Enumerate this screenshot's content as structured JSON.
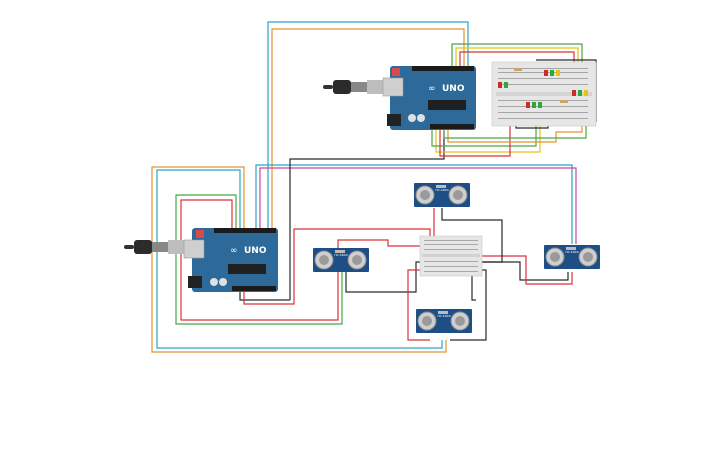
{
  "colors": {
    "background": "#ffffff",
    "arduino_board": "#2d6a9a",
    "arduino_dark": "#1f4f76",
    "sensor_board": "#1e4e86",
    "breadboard": "#e6e6e6",
    "wire_blue": "#2aa3c9",
    "wire_orange": "#e8922c",
    "wire_green": "#46a844",
    "wire_red": "#d8333a",
    "wire_black": "#2a2a2a",
    "wire_magenta": "#c8479a",
    "wire_yellow": "#e6c21c",
    "led_red": "#d02a2a",
    "led_green": "#33a63a",
    "led_yellow": "#e8c21a"
  },
  "components": {
    "arduino_top": {
      "label": "UNO",
      "brand": "∞"
    },
    "arduino_bottom": {
      "label": "UNO",
      "brand": "∞"
    },
    "sensor_1": {
      "label": "HC-SR04"
    },
    "sensor_2": {
      "label": "HC-SR04"
    },
    "sensor_3": {
      "label": "HC-SR04"
    },
    "sensor_4": {
      "label": "HC-SR04"
    }
  },
  "icons": {
    "usb_top": "usb-cable-icon",
    "usb_bottom": "usb-cable-icon"
  }
}
